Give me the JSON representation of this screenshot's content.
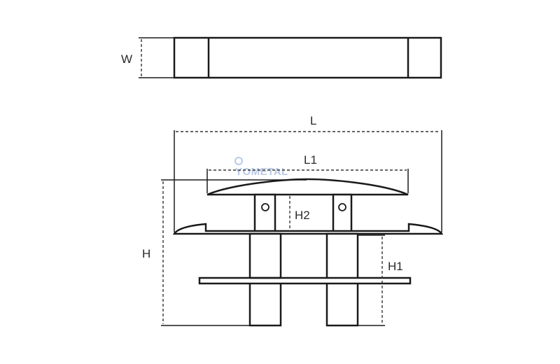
{
  "diagram": {
    "labels": {
      "width": "W",
      "length": "L",
      "inner_length": "L1",
      "height": "H",
      "upper_height": "H2",
      "base_height": "H1"
    },
    "watermark": "YOMETAL"
  },
  "colors": {
    "line": "#1a1a1a",
    "dimension": "#333333",
    "watermark": "#b9c9e6",
    "background": "#ffffff"
  }
}
